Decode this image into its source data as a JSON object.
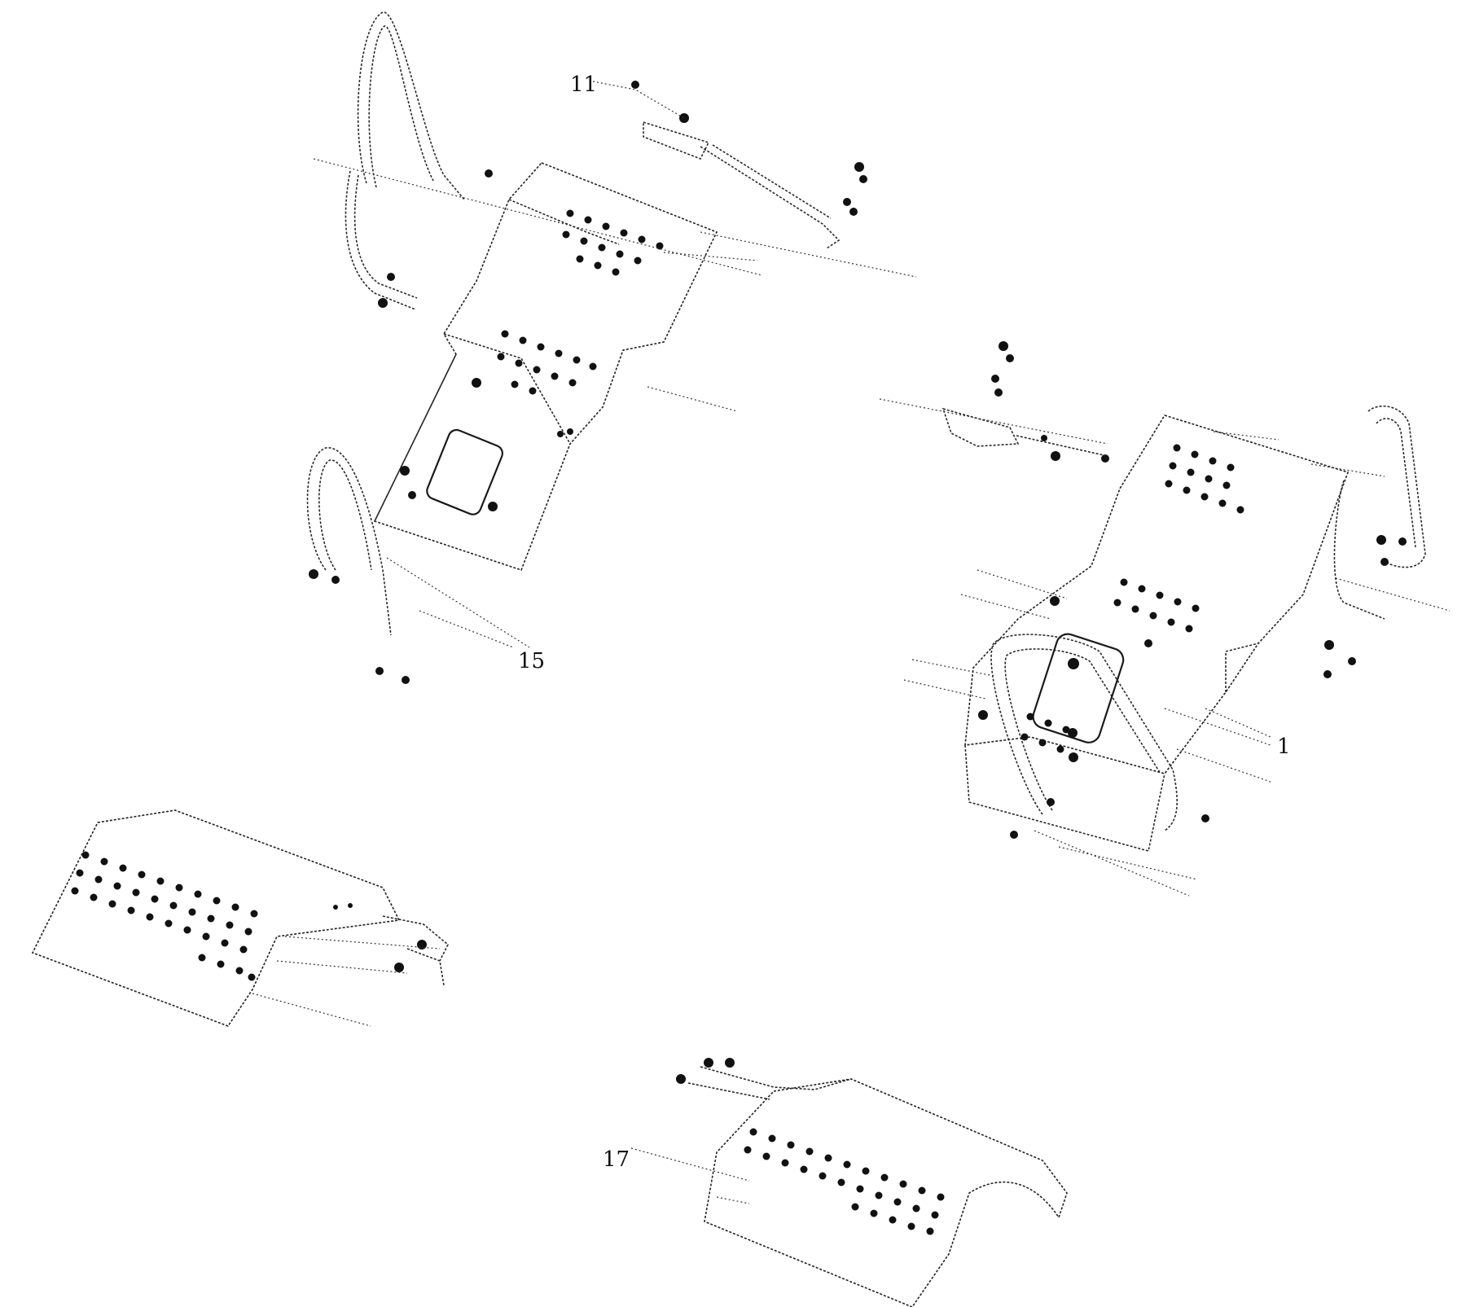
{
  "callouts": [
    {
      "id": "c11",
      "label": "11"
    },
    {
      "id": "c15",
      "label": "15"
    },
    {
      "id": "c1",
      "label": "1"
    },
    {
      "id": "c17",
      "label": "17"
    }
  ],
  "colors": {
    "ink": "#111111",
    "background": "#ffffff"
  }
}
